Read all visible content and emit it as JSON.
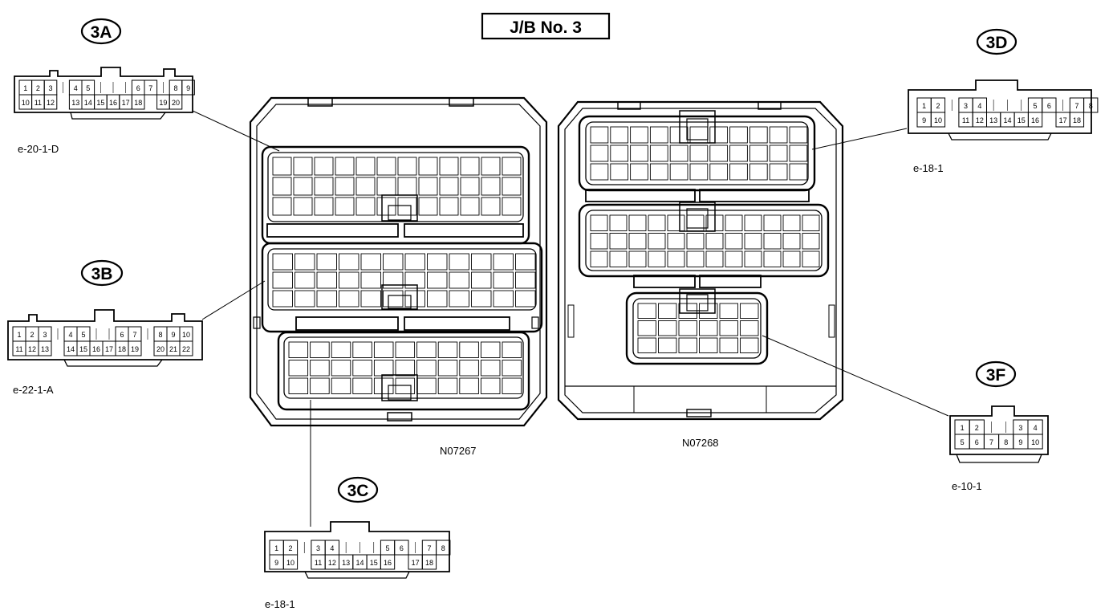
{
  "title": "J/B No. 3",
  "drawing_numbers": {
    "left_block": "N07267",
    "right_block": "N07268"
  },
  "connectors": {
    "3A": {
      "id": "3A",
      "code": "e-20-1-D",
      "top_pins": [
        "1",
        "2",
        "3",
        "",
        "4",
        "5",
        "",
        "",
        "",
        "6",
        "7",
        "",
        "8",
        "9"
      ],
      "bottom_pins": [
        "10",
        "11",
        "12",
        "",
        "13",
        "14",
        "15",
        "16",
        "17",
        "18",
        "",
        "19",
        "20"
      ]
    },
    "3B": {
      "id": "3B",
      "code": "e-22-1-A",
      "top_pins": [
        "1",
        "2",
        "3",
        "",
        "4",
        "5",
        "",
        "",
        "6",
        "7",
        "",
        "8",
        "9",
        "10"
      ],
      "bottom_pins": [
        "11",
        "12",
        "13",
        "",
        "14",
        "15",
        "16",
        "17",
        "18",
        "19",
        "",
        "20",
        "21",
        "22"
      ]
    },
    "3C": {
      "id": "3C",
      "code": "e-18-1",
      "top_pins": [
        "1",
        "2",
        "",
        "3",
        "4",
        "",
        "",
        "",
        "5",
        "6",
        "",
        "7",
        "8"
      ],
      "bottom_pins": [
        "9",
        "10",
        "",
        "11",
        "12",
        "13",
        "14",
        "15",
        "16",
        "",
        "17",
        "18"
      ]
    },
    "3D": {
      "id": "3D",
      "code": "e-18-1",
      "top_pins": [
        "1",
        "2",
        "",
        "3",
        "4",
        "",
        "",
        "",
        "5",
        "6",
        "",
        "7",
        "8"
      ],
      "bottom_pins": [
        "9",
        "10",
        "",
        "11",
        "12",
        "13",
        "14",
        "15",
        "16",
        "",
        "17",
        "18"
      ]
    },
    "3F": {
      "id": "3F",
      "code": "e-10-1",
      "top_pins": [
        "1",
        "2",
        "",
        "",
        "3",
        "4"
      ],
      "bottom_pins": [
        "5",
        "6",
        "7",
        "8",
        "9",
        "10"
      ]
    }
  }
}
